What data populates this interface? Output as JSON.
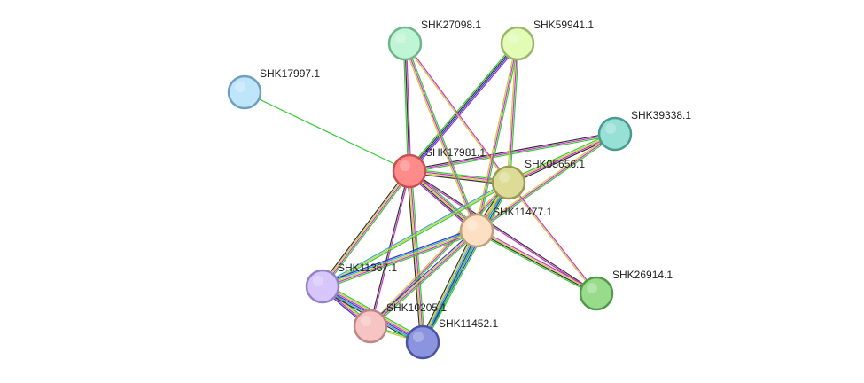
{
  "network": {
    "nodes": [
      {
        "id": "SHK17981.1",
        "label": "SHK17981.1",
        "fill": "#ff8a8a",
        "stroke": "#c85050",
        "center": true
      },
      {
        "id": "SHK17997.1",
        "label": "SHK17997.1",
        "fill": "#bfe5fb",
        "stroke": "#6f9fbf"
      },
      {
        "id": "SHK27098.1",
        "label": "SHK27098.1",
        "fill": "#bff5d5",
        "stroke": "#6fb58a"
      },
      {
        "id": "SHK59941.1",
        "label": "SHK59941.1",
        "fill": "#e2fbb5",
        "stroke": "#9bb56a"
      },
      {
        "id": "SHK39338.1",
        "label": "SHK39338.1",
        "fill": "#96e0d6",
        "stroke": "#4a9a90"
      },
      {
        "id": "SHK05656.1",
        "label": "SHK05656.1",
        "fill": "#dcdc96",
        "stroke": "#9a9a50"
      },
      {
        "id": "SHK11477.1",
        "label": "SHK11477.1",
        "fill": "#fde0c4",
        "stroke": "#c4a07a"
      },
      {
        "id": "SHK11367.1",
        "label": "SHK11367.1",
        "fill": "#d6c6fb",
        "stroke": "#9580c8"
      },
      {
        "id": "SHK10205.1",
        "label": "SHK10205.1",
        "fill": "#f7c4c4",
        "stroke": "#c08686"
      },
      {
        "id": "SHK11452.1",
        "label": "SHK11452.1",
        "fill": "#8b94de",
        "stroke": "#4b549e"
      },
      {
        "id": "SHK26914.1",
        "label": "SHK26914.1",
        "fill": "#98dc8b",
        "stroke": "#4f9a48"
      }
    ],
    "edge_colors": {
      "green": "#33cc33",
      "black": "#333333",
      "magenta": "#cc33cc",
      "yellow": "#cccc33",
      "blue": "#3333cc",
      "cyan": "#33aacc",
      "purple": "#9933cc"
    },
    "edges": [
      {
        "a": "SHK17981.1",
        "b": "SHK17997.1",
        "colors": [
          "green"
        ]
      },
      {
        "a": "SHK17981.1",
        "b": "SHK27098.1",
        "colors": [
          "green",
          "black",
          "magenta"
        ]
      },
      {
        "a": "SHK17981.1",
        "b": "SHK59941.1",
        "colors": [
          "green",
          "black",
          "blue",
          "purple"
        ]
      },
      {
        "a": "SHK17981.1",
        "b": "SHK39338.1",
        "colors": [
          "black",
          "magenta",
          "green"
        ]
      },
      {
        "a": "SHK17981.1",
        "b": "SHK05656.1",
        "colors": [
          "green",
          "magenta",
          "yellow",
          "black"
        ]
      },
      {
        "a": "SHK17981.1",
        "b": "SHK11477.1",
        "colors": [
          "green",
          "magenta",
          "yellow",
          "black",
          "purple"
        ]
      },
      {
        "a": "SHK17981.1",
        "b": "SHK11367.1",
        "colors": [
          "green",
          "magenta",
          "yellow",
          "black"
        ]
      },
      {
        "a": "SHK17981.1",
        "b": "SHK10205.1",
        "colors": [
          "magenta",
          "black"
        ]
      },
      {
        "a": "SHK17981.1",
        "b": "SHK11452.1",
        "colors": [
          "green",
          "magenta",
          "yellow",
          "black"
        ]
      },
      {
        "a": "SHK17981.1",
        "b": "SHK26914.1",
        "colors": [
          "black",
          "magenta"
        ]
      },
      {
        "a": "SHK27098.1",
        "b": "SHK05656.1",
        "colors": [
          "magenta",
          "yellow"
        ]
      },
      {
        "a": "SHK27098.1",
        "b": "SHK11477.1",
        "colors": [
          "green",
          "magenta",
          "yellow"
        ]
      },
      {
        "a": "SHK59941.1",
        "b": "SHK05656.1",
        "colors": [
          "green",
          "magenta",
          "yellow"
        ]
      },
      {
        "a": "SHK59941.1",
        "b": "SHK11477.1",
        "colors": [
          "green",
          "magenta",
          "yellow"
        ]
      },
      {
        "a": "SHK39338.1",
        "b": "SHK05656.1",
        "colors": [
          "black",
          "magenta",
          "yellow",
          "green"
        ]
      },
      {
        "a": "SHK39338.1",
        "b": "SHK11477.1",
        "colors": [
          "green",
          "magenta",
          "yellow"
        ]
      },
      {
        "a": "SHK05656.1",
        "b": "SHK11477.1",
        "colors": [
          "green",
          "magenta",
          "yellow",
          "black"
        ]
      },
      {
        "a": "SHK05656.1",
        "b": "SHK11367.1",
        "colors": [
          "green",
          "yellow",
          "cyan"
        ]
      },
      {
        "a": "SHK05656.1",
        "b": "SHK10205.1",
        "colors": [
          "green",
          "magenta",
          "yellow"
        ]
      },
      {
        "a": "SHK05656.1",
        "b": "SHK11452.1",
        "colors": [
          "green",
          "blue",
          "cyan",
          "yellow"
        ]
      },
      {
        "a": "SHK05656.1",
        "b": "SHK26914.1",
        "colors": [
          "magenta",
          "yellow"
        ]
      },
      {
        "a": "SHK11477.1",
        "b": "SHK11367.1",
        "colors": [
          "green",
          "magenta",
          "yellow",
          "cyan",
          "blue"
        ]
      },
      {
        "a": "SHK11477.1",
        "b": "SHK10205.1",
        "colors": [
          "green",
          "magenta",
          "yellow",
          "blue"
        ]
      },
      {
        "a": "SHK11477.1",
        "b": "SHK11452.1",
        "colors": [
          "green",
          "blue",
          "cyan",
          "yellow",
          "black"
        ]
      },
      {
        "a": "SHK11477.1",
        "b": "SHK26914.1",
        "colors": [
          "magenta",
          "yellow",
          "black",
          "green"
        ]
      },
      {
        "a": "SHK11367.1",
        "b": "SHK10205.1",
        "colors": [
          "green",
          "yellow",
          "magenta",
          "blue"
        ]
      },
      {
        "a": "SHK11367.1",
        "b": "SHK11452.1",
        "colors": [
          "green",
          "yellow",
          "magenta",
          "blue",
          "cyan",
          "black"
        ]
      },
      {
        "a": "SHK10205.1",
        "b": "SHK11452.1",
        "colors": [
          "green",
          "yellow"
        ]
      }
    ]
  }
}
